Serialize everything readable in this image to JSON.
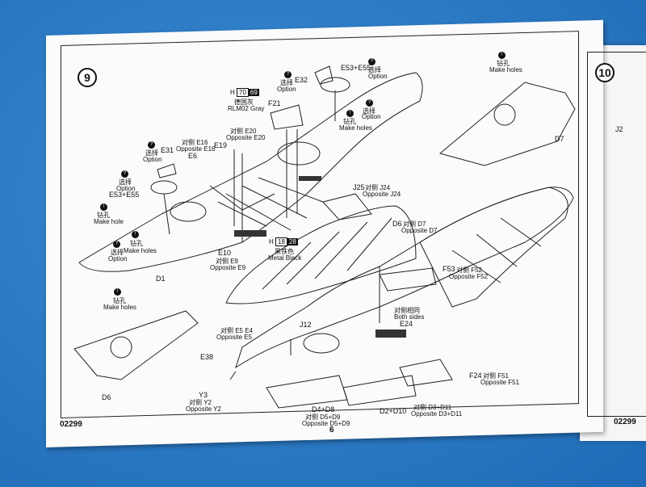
{
  "step_number": "9",
  "next_step_number": "10",
  "page_number": "6",
  "catalog_left": "02299",
  "catalog_right": "02299",
  "labels": {
    "option_cn": "选择",
    "option_en": "Option",
    "makehole_cn": "钻孔",
    "makeholes_en": "Make holes",
    "makehole_en": "Make hole",
    "both_sides_cn": "对侧相同",
    "both_sides_en": "Both sides"
  },
  "paint": {
    "h69_code": "H",
    "h69_left": "70",
    "h69_right": "69",
    "h69_cn": "德国灰",
    "h69_en": "RLM02 Gray",
    "h18_code": "H",
    "h18_left": "18",
    "h18_right": "28",
    "h18_cn": "黑铁色",
    "h18_en": "Metal  Black"
  },
  "parts": {
    "e32": "E32",
    "e53e55_top": "E53+E55",
    "f21": "F21",
    "e31": "E31",
    "e53e55_left": "E53+E55",
    "e20_cn": "对侧 E20",
    "e20_en": "Opposite E20",
    "e16_cn": "对侧 E16",
    "e16_en": "Opposite E16",
    "e19": "E19",
    "e6": "E6",
    "e10": "E10",
    "e9_cn": "对侧 E9",
    "e9_en": "Opposite E9",
    "d1": "D1",
    "d7_right": "D7",
    "j25": "J25",
    "j24_cn": "对侧 J24",
    "j24_en": "Opposite J24",
    "d6_top": "D6",
    "d7_cn": "对侧 D7",
    "d7_en": "Opposite D7",
    "f53": "F53",
    "f52_cn": "对侧 F52",
    "f52_en": "Opposite F52",
    "e24": "E24",
    "j12": "J12",
    "e4_cn": "对侧 E5 E4",
    "e5_en": "Opposite E5",
    "e38": "E38",
    "d6_bottom": "D6",
    "y3": "Y3",
    "y2_cn": "对侧 Y2",
    "y2_en": "Opposite Y2",
    "d4d8": "D4+D8",
    "d5d9_cn": "对侧 D5+D9",
    "d5d9_en": "Opposite D5+D9",
    "d2d10": "D2+D10",
    "d3d11_cn": "对侧 D3+D11",
    "d3d11_en": "Opposite D3+D11",
    "f24": "F24",
    "f51_cn": "对侧 F51",
    "f51_en": "Opposite F51",
    "j2": "J2"
  }
}
